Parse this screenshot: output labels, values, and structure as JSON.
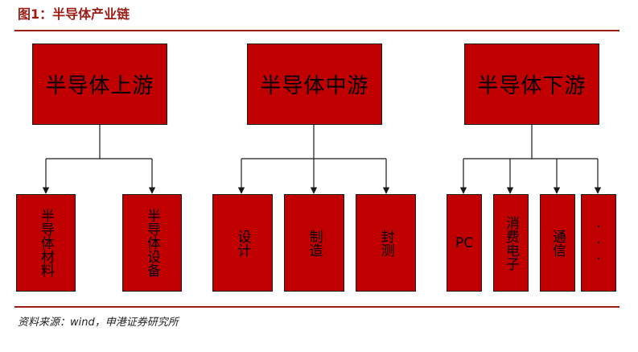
{
  "figure": {
    "title": "图1：半导体产业链",
    "source": "资料来源：wind，申港证券研究所"
  },
  "diagram": {
    "groups": [
      {
        "label": "半导体上游",
        "children": [
          "半导体材料",
          "半导体设备"
        ]
      },
      {
        "label": "半导体中游",
        "children": [
          "设计",
          "制造",
          "封测"
        ]
      },
      {
        "label": "半导体下游",
        "children": [
          "PC",
          "消费电子",
          "通信",
          "···"
        ]
      }
    ]
  },
  "colors": {
    "accent": "#9c1c13",
    "box_fill": "#c00000",
    "line": "#1a1a1a"
  }
}
